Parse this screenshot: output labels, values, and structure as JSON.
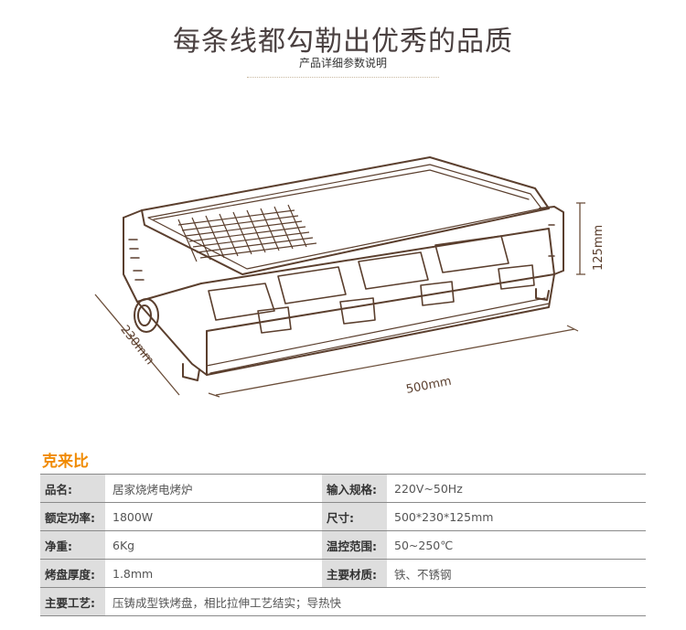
{
  "header": {
    "title": "每条线都勾勒出优秀的品质",
    "subtitle": "产品详细参数说明"
  },
  "figure": {
    "dim_depth": "230mm",
    "dim_width": "500mm",
    "dim_height": "125mm"
  },
  "brand": "克来比",
  "specs": [
    {
      "label": "品名:",
      "value": "居家烧烤电烤炉",
      "label2": "输入规格:",
      "value2": "220V~50Hz"
    },
    {
      "label": "额定功率:",
      "value": "1800W",
      "label2": "尺寸:",
      "value2": "500*230*125mm"
    },
    {
      "label": "净重:",
      "value": "6Kg",
      "label2": "温控范围:",
      "value2": "50~250℃"
    },
    {
      "label": "烤盘厚度:",
      "value": "1.8mm",
      "label2": "主要材质:",
      "value2": "铁、不锈钢"
    },
    {
      "label": "主要工艺:",
      "value": "压铸成型铁烤盘，相比拉伸工艺结实；导热快"
    }
  ]
}
